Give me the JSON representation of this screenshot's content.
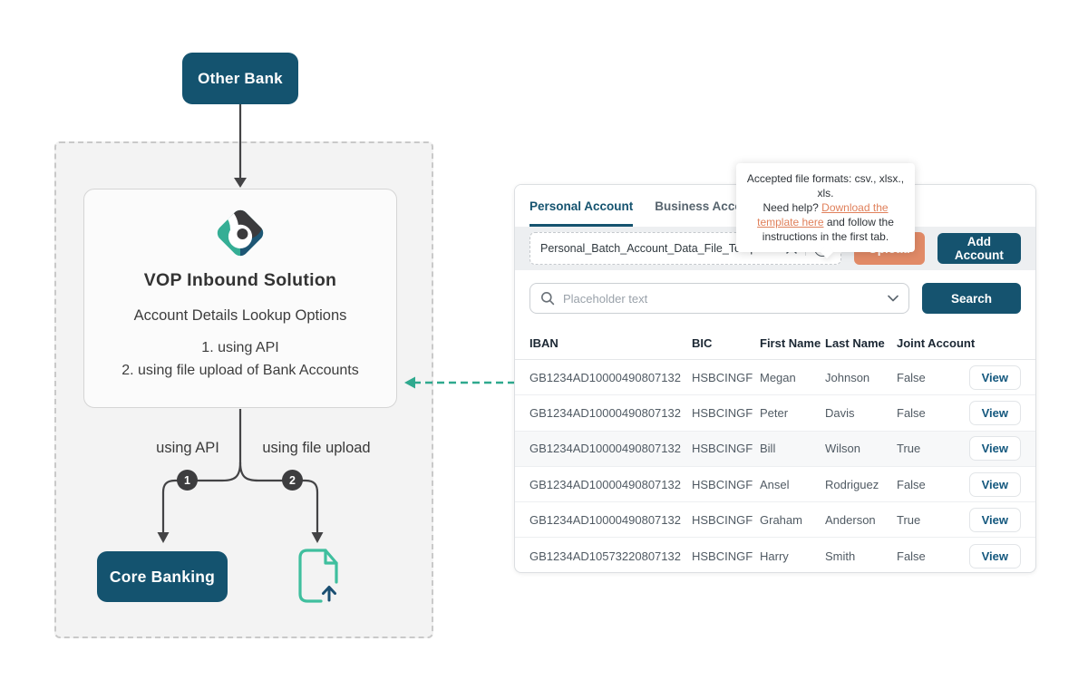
{
  "colors": {
    "primary_teal": "#15536F",
    "accent_salmon": "#E18A67",
    "brand_green": "#35AE95",
    "brand_navy": "#1D5674"
  },
  "diagram": {
    "other_bank": "Other Bank",
    "title": "VOP Inbound Solution",
    "subtitle": "Account Details Lookup Options",
    "option1": "1. using API",
    "option2": "2. using file upload of Bank Accounts",
    "branch1_label": "using API",
    "branch2_label": "using file upload",
    "branch1_num": "1",
    "branch2_num": "2",
    "core_banking": "Core Banking"
  },
  "panel": {
    "tabs": [
      {
        "label": "Personal Account"
      },
      {
        "label": "Business Account"
      }
    ],
    "tooltip": {
      "line1": "Accepted file formats: csv., xlsx., xls.",
      "pre_link": "Need help? ",
      "link": "Download the template here",
      "post_link": " and follow the instructions in the first tab."
    },
    "file_input": {
      "value": "Personal_Batch_Account_Data_File_Template.csv",
      "help_glyph": "?"
    },
    "upload_label": "Upload",
    "add_account_label": "Add Account",
    "search": {
      "placeholder": "Placeholder text",
      "button": "Search"
    },
    "table": {
      "columns": [
        "IBAN",
        "BIC",
        "First Name",
        "Last Name",
        "Joint Account"
      ],
      "rows": [
        {
          "iban": "GB1234AD10000490807132",
          "bic": "HSBCINGF",
          "first": "Megan",
          "last": "Johnson",
          "joint": "False",
          "action": "View"
        },
        {
          "iban": "GB1234AD10000490807132",
          "bic": "HSBCINGF",
          "first": "Peter",
          "last": "Davis",
          "joint": "False",
          "action": "View"
        },
        {
          "iban": "GB1234AD10000490807132",
          "bic": "HSBCINGF",
          "first": "Bill",
          "last": "Wilson",
          "joint": "True",
          "action": "View"
        },
        {
          "iban": "GB1234AD10000490807132",
          "bic": "HSBCINGF",
          "first": "Ansel",
          "last": "Rodriguez",
          "joint": "False",
          "action": "View"
        },
        {
          "iban": "GB1234AD10000490807132",
          "bic": "HSBCINGF",
          "first": "Graham",
          "last": "Anderson",
          "joint": "True",
          "action": "View"
        },
        {
          "iban": "GB1234AD10573220807132",
          "bic": "HSBCINGF",
          "first": "Harry",
          "last": "Smith",
          "joint": "False",
          "action": "View"
        }
      ]
    }
  }
}
